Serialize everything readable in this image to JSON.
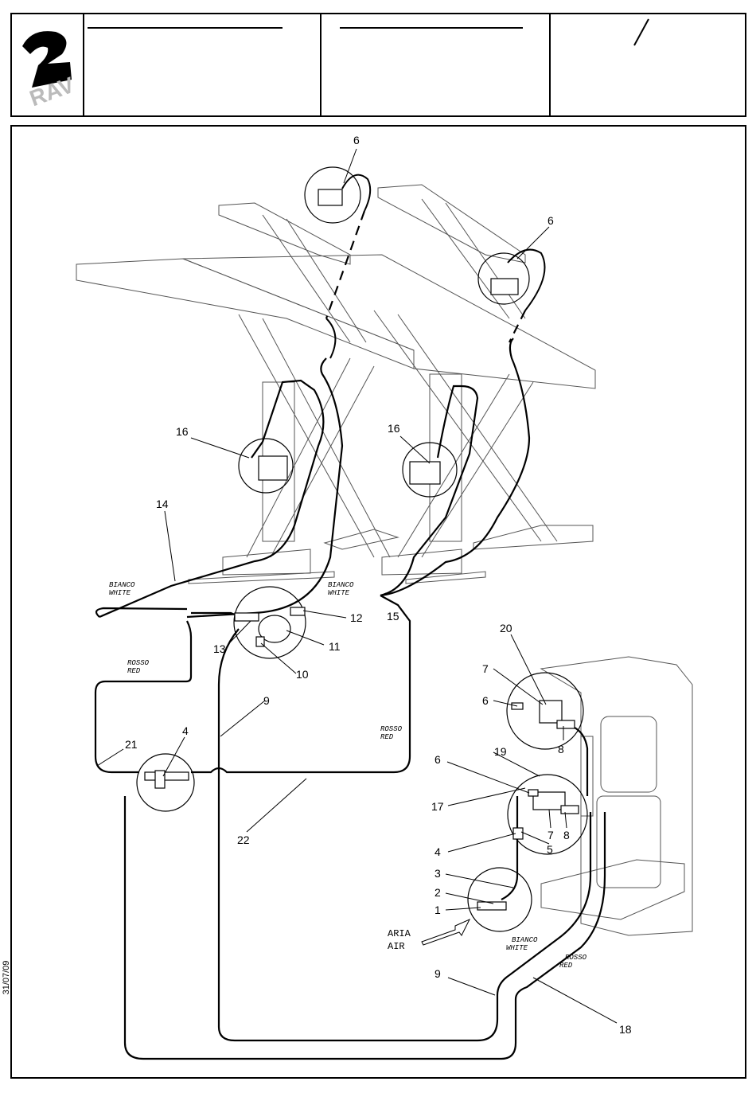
{
  "header": {
    "logo_text": "RAV",
    "slash_mark": "/"
  },
  "date": "31/07/09",
  "labels": {
    "bianco_1": "BIANCO",
    "white_1": "WHITE",
    "bianco_2": "BIANCO",
    "white_2": "WHITE",
    "bianco_3": "BIANCO",
    "white_3": "WHITE",
    "rosso_1": "ROSSO",
    "red_1": "RED",
    "rosso_2": "ROSSO",
    "red_2": "RED",
    "rosso_3": "ROSSO",
    "red_3": "RED",
    "aria": "ARIA",
    "air": "AIR"
  },
  "callouts": {
    "c6a": "6",
    "c6b": "6",
    "c16a": "16",
    "c16b": "16",
    "c14": "14",
    "c15": "15",
    "c12": "12",
    "c13": "13",
    "c11": "11",
    "c10": "10",
    "c9a": "9",
    "c4a": "4",
    "c21": "21",
    "c22": "22",
    "c20": "20",
    "c7a": "7",
    "c6c": "6",
    "c8a": "8",
    "c19": "19",
    "c6d": "6",
    "c17": "17",
    "c7b": "7",
    "c8b": "8",
    "c4b": "4",
    "c5": "5",
    "c3": "3",
    "c2": "2",
    "c1": "1",
    "c9b": "9",
    "c18": "18"
  }
}
